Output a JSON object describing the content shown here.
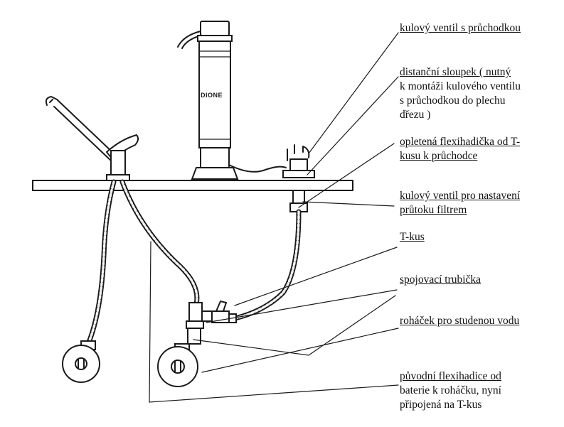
{
  "filter_brand": "DIONE",
  "labels": [
    {
      "id": "kulovy-ventil-pruchodka",
      "lines": [
        "kulový ventil s průchodkou"
      ],
      "underline": [
        0
      ]
    },
    {
      "id": "distancni-sloupek",
      "lines": [
        "distanční sloupek ( nutný",
        "k montáži kulového ventilu",
        "s průchodkou do plechu",
        "dřezu )"
      ],
      "underline": [
        0
      ]
    },
    {
      "id": "opletena-flexihadicka",
      "lines": [
        "opletená flexihadička od T-",
        "kusu k průchodce"
      ],
      "underline": [
        0,
        1
      ]
    },
    {
      "id": "kulovy-ventil-prutok",
      "lines": [
        "kulový ventil pro nastavení",
        "průtoku filtrem"
      ],
      "underline": [
        0,
        1
      ]
    },
    {
      "id": "t-kus",
      "lines": [
        "T-kus"
      ],
      "underline": [
        0
      ]
    },
    {
      "id": "spojovaci-trubicka",
      "lines": [
        "spojovací trubička"
      ],
      "underline": [
        0
      ]
    },
    {
      "id": "rohacek",
      "lines": [
        "roháček pro studenou vodu"
      ],
      "underline": [
        0
      ]
    },
    {
      "id": "puvodni-flexihadice",
      "lines": [
        "původní flexihadice od",
        "baterie k roháčku, nyní",
        "připojená na T-kus"
      ],
      "underline": [
        0
      ]
    }
  ]
}
